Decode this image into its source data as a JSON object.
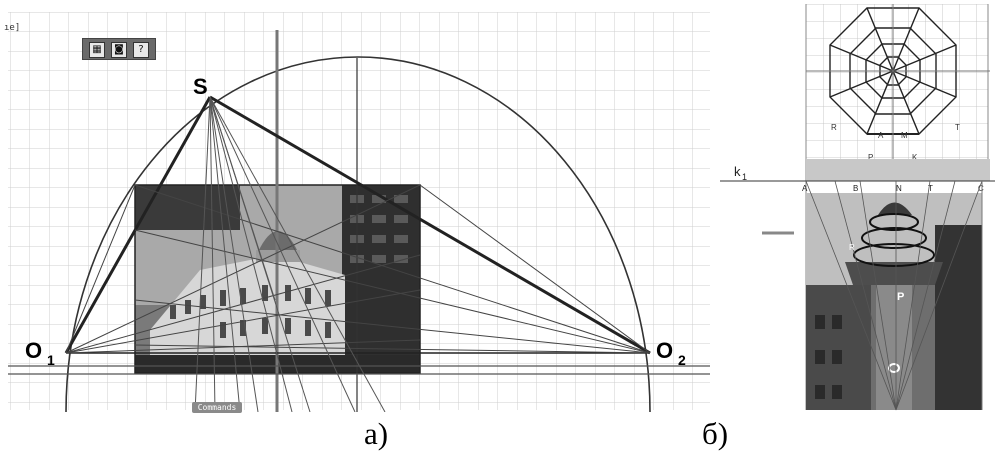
{
  "left_panel": {
    "corner_mark": "ıe]",
    "points": {
      "s": "S",
      "o1_main": "O",
      "o1_sub": "1",
      "o2_main": "O",
      "o2_sub": "2"
    },
    "toolbar": {
      "btn1_icon": "frame-icon",
      "btn2_icon": "camera-icon",
      "btn3_label": "?"
    },
    "commands_label": "Commands",
    "caption": "а)"
  },
  "right_panel": {
    "plan_labels": [
      "R",
      "M",
      "T",
      "A",
      "K",
      "P"
    ],
    "picture_plane_label": "k",
    "picture_plane_sub": "1",
    "base_labels": [
      "A",
      "B",
      "N",
      "T",
      "C"
    ],
    "photo_labels": [
      "P",
      "R"
    ],
    "caption": "б)"
  },
  "colors": {
    "grid": "#cfcfcf",
    "line": "#3a3a3a",
    "band": "#c8c8c8"
  }
}
